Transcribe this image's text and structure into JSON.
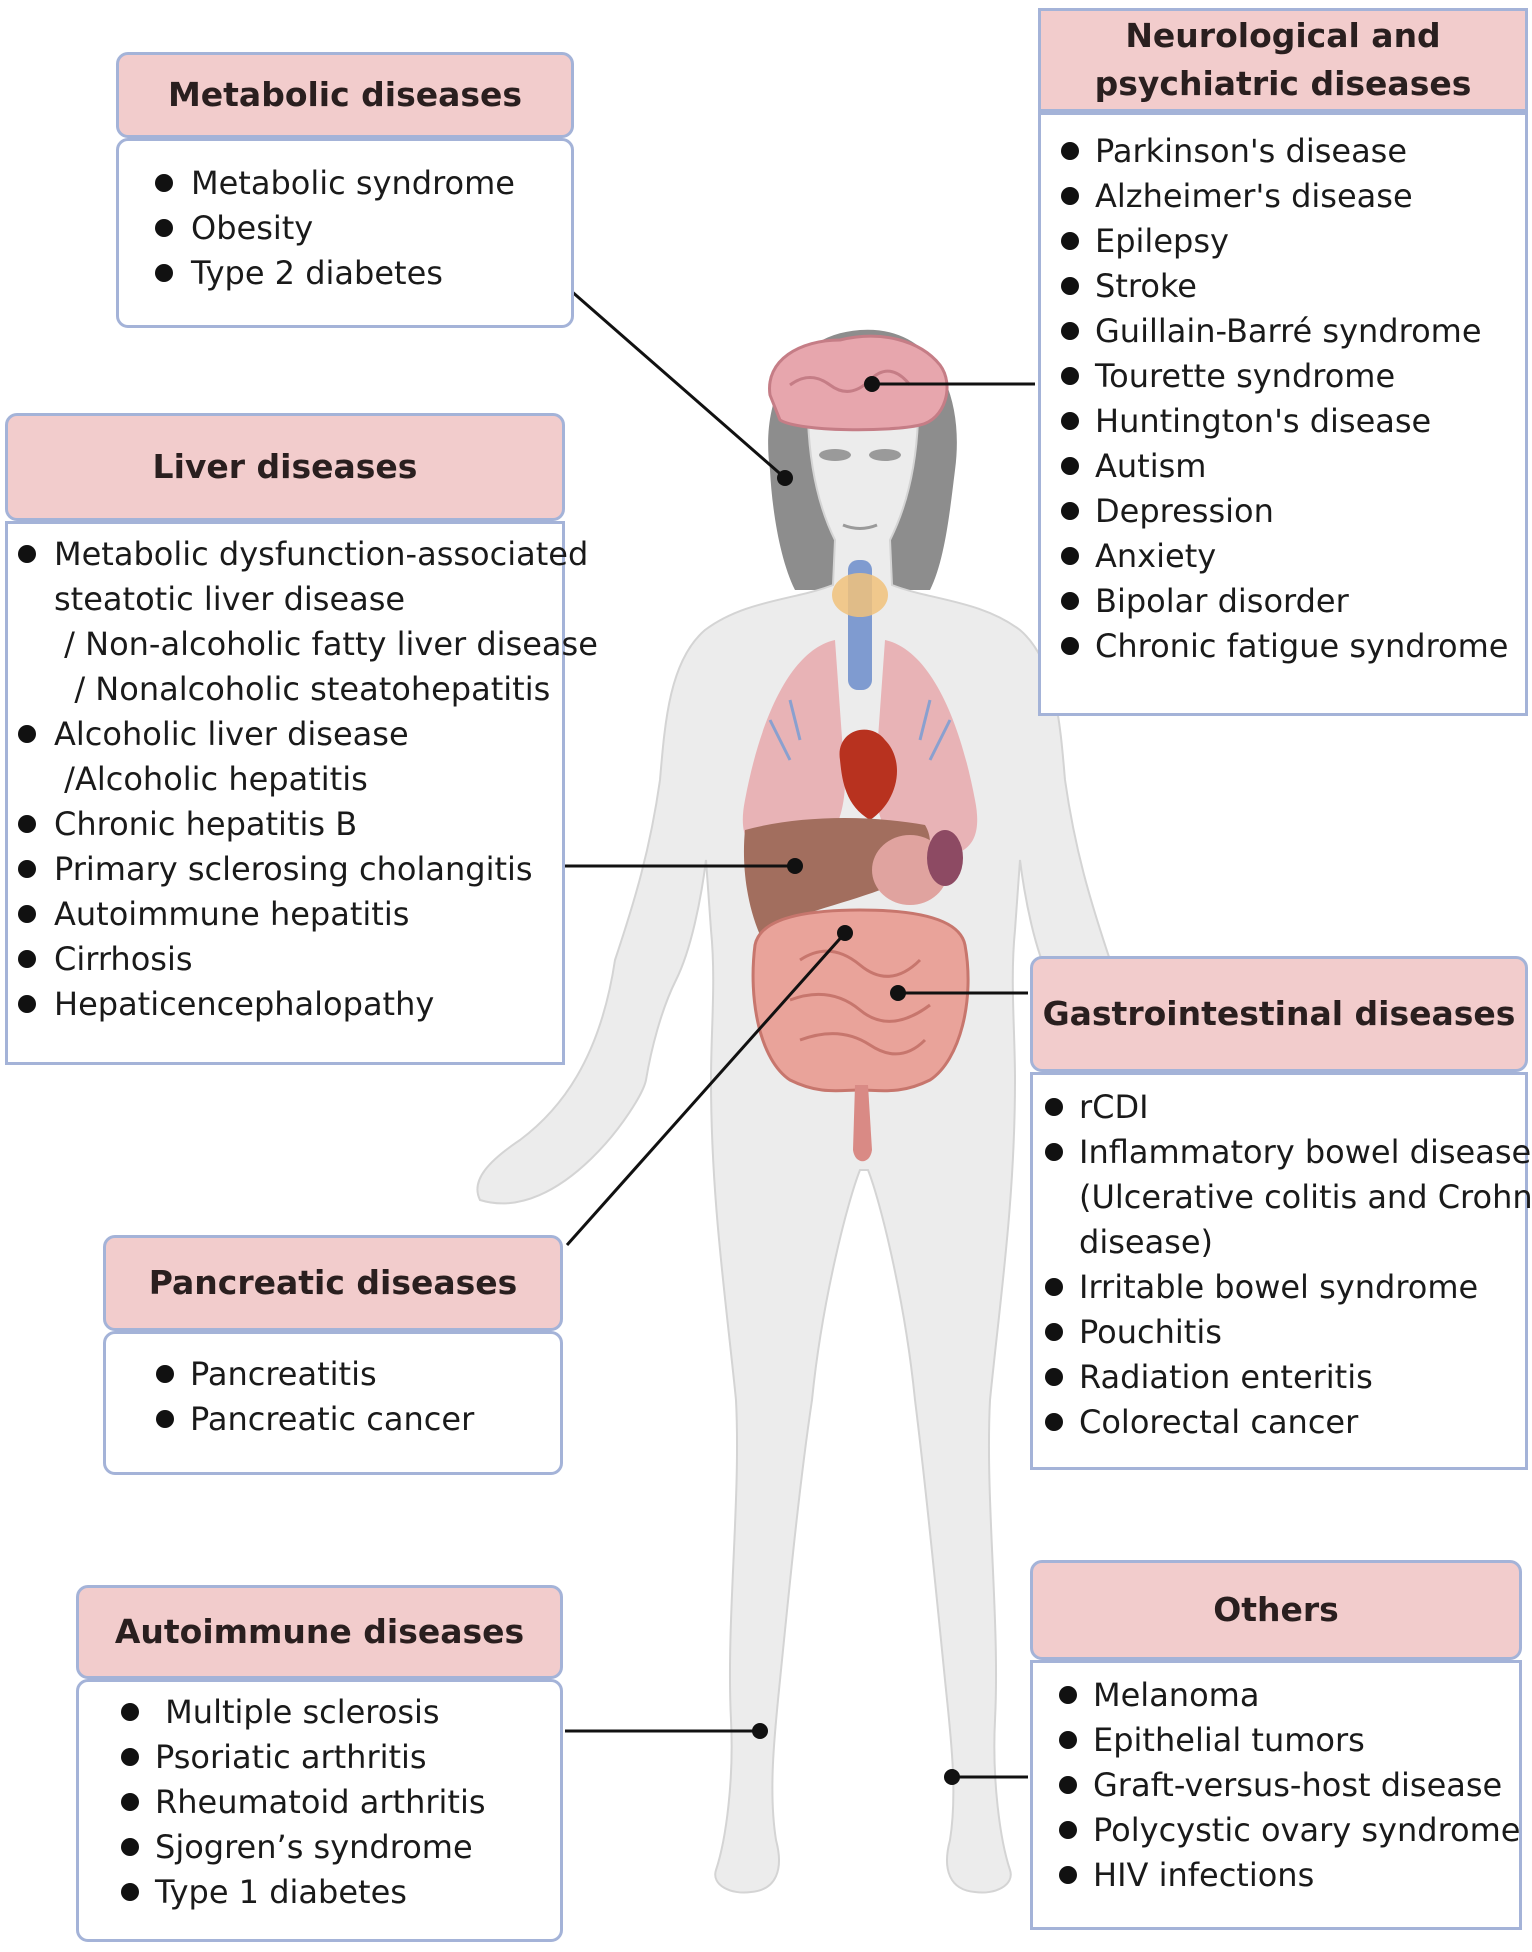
{
  "colors": {
    "header_fill": "#f2cccc",
    "border": "#a4b3d8",
    "body_silhouette": "#ececec",
    "hair": "#8a8a8a",
    "connector": "#111111"
  },
  "categories": {
    "metabolic": {
      "title": "Metabolic diseases",
      "items": [
        "Metabolic syndrome",
        "Obesity",
        "Type 2 diabetes"
      ]
    },
    "liver": {
      "title": "Liver diseases",
      "items": [
        {
          "lines": [
            "Metabolic dysfunction-associated",
            "steatotic liver disease",
            " / Non-alcoholic fatty liver disease",
            "  / Nonalcoholic steatohepatitis"
          ]
        },
        {
          "lines": [
            "Alcoholic liver disease",
            " /Alcoholic hepatitis"
          ]
        },
        {
          "lines": [
            "Chronic hepatitis B"
          ]
        },
        {
          "lines": [
            "Primary sclerosing cholangitis"
          ]
        },
        {
          "lines": [
            "Autoimmune hepatitis"
          ]
        },
        {
          "lines": [
            "Cirrhosis"
          ]
        },
        {
          "lines": [
            "Hepaticencephalopathy"
          ]
        }
      ]
    },
    "neuro": {
      "title_lines": [
        "Neurological and",
        "psychiatric diseases"
      ],
      "items": [
        "Parkinson's disease",
        "Alzheimer's disease",
        "Epilepsy",
        "Stroke",
        "Guillain-Barré syndrome",
        "Tourette syndrome",
        "Huntington's disease",
        "Autism",
        "Depression",
        "Anxiety",
        "Bipolar disorder",
        "Chronic fatigue syndrome"
      ]
    },
    "gastro": {
      "title": "Gastrointestinal diseases",
      "items": [
        {
          "lines": [
            "rCDI"
          ]
        },
        {
          "lines": [
            "Inflammatory bowel disease",
            "(Ulcerative colitis and Crohn's",
            "disease)"
          ]
        },
        {
          "lines": [
            "Irritable bowel syndrome"
          ]
        },
        {
          "lines": [
            "Pouchitis"
          ]
        },
        {
          "lines": [
            "Radiation enteritis"
          ]
        },
        {
          "lines": [
            "Colorectal cancer"
          ]
        }
      ]
    },
    "pancreatic": {
      "title": "Pancreatic diseases",
      "items": [
        "Pancreatitis",
        "Pancreatic cancer"
      ]
    },
    "autoimmune": {
      "title": "Autoimmune diseases",
      "items": [
        " Multiple sclerosis",
        "Psoriatic arthritis",
        "Rheumatoid arthritis",
        "Sjogren’s syndrome",
        "Type 1 diabetes"
      ]
    },
    "others": {
      "title": "Others",
      "items": [
        "Melanoma",
        "Epithelial tumors",
        "Graft-versus-host disease",
        "Polycystic ovary syndrome",
        "HIV infections"
      ]
    }
  }
}
